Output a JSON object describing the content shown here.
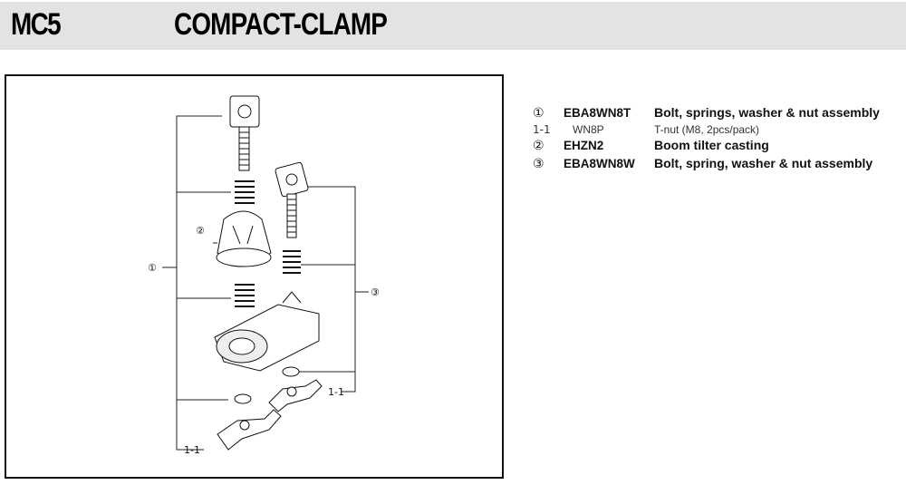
{
  "header": {
    "model": "MC5",
    "title": "COMPACT-CLAMP"
  },
  "diagram": {
    "labels": {
      "c1": "①",
      "c2": "②",
      "c3": "③",
      "t1": "1-1",
      "t2": "1-1"
    }
  },
  "parts": [
    {
      "num": "①",
      "code": "EBA8WN8T",
      "desc": "Bolt, springs, washer & nut assembly"
    },
    {
      "num": "1-1",
      "code": "WN8P",
      "desc": "T-nut (M8, 2pcs/pack)"
    },
    {
      "num": "②",
      "code": "EHZN2",
      "desc": "Boom tilter casting"
    },
    {
      "num": "③",
      "code": "EBA8WN8W",
      "desc": "Bolt, spring, washer & nut assembly"
    }
  ]
}
